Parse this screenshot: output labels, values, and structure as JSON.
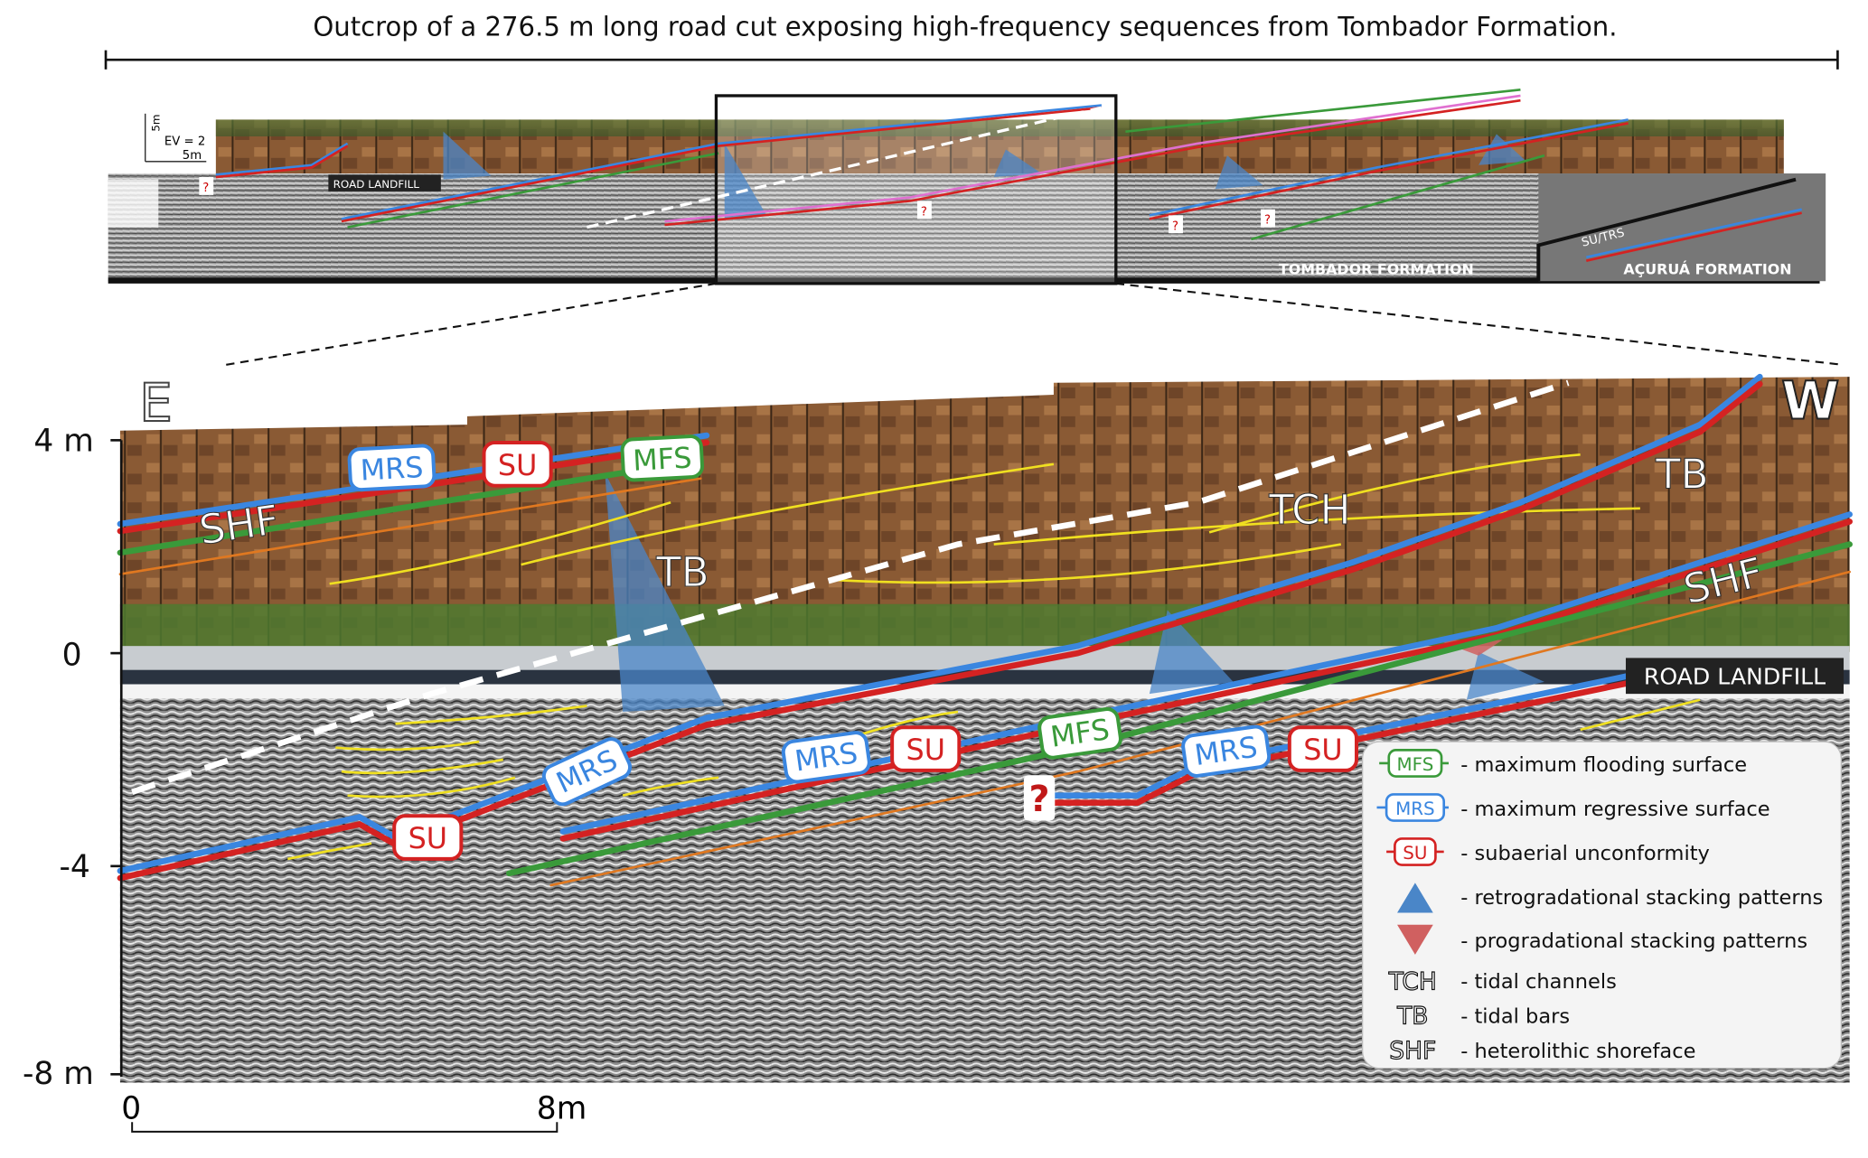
{
  "title": "Outcrop of a 276.5 m long road cut exposing high-frequency sequences from Tombador Formation.",
  "overview": {
    "vertical_scale": "5m",
    "ev": "EV = 2",
    "horizontal_scale": "5m",
    "road_landfill": "ROAD LANDFILL",
    "tombador": "TOMBADOR  FORMATION",
    "acurua": "AÇURUÁ  FORMATION",
    "su_trs": "SU/TRS",
    "question": "?"
  },
  "detail": {
    "east": "E",
    "west": "W",
    "y_ticks": [
      "4 m",
      "0",
      "-4",
      "-8 m"
    ],
    "x_scale": [
      "0",
      "8m"
    ],
    "road_landfill": "ROAD LANDFILL",
    "question": "?",
    "labels": {
      "mrs": "MRS",
      "su": "SU",
      "mfs": "MFS",
      "shf": "SHF",
      "tb": "TB",
      "tch": "TCH"
    }
  },
  "legend": [
    {
      "symbol": "MFS",
      "text": "- maximum flooding surface",
      "color": "#3a9a3a"
    },
    {
      "symbol": "MRS",
      "text": "- maximum regressive surface",
      "color": "#3a86e0"
    },
    {
      "symbol": "SU",
      "text": "- subaerial unconformity",
      "color": "#d42222"
    },
    {
      "symbol": "triangle-up",
      "text": "- retrogradational stacking patterns",
      "color": "#4a86c8"
    },
    {
      "symbol": "triangle-down",
      "text": "- progradational stacking patterns",
      "color": "#d06060"
    },
    {
      "symbol": "TCH",
      "text": "-  tidal channels"
    },
    {
      "symbol": "TB",
      "text": "-  tidal bars"
    },
    {
      "symbol": "SHF",
      "text": "-  heterolithic shoreface"
    }
  ]
}
